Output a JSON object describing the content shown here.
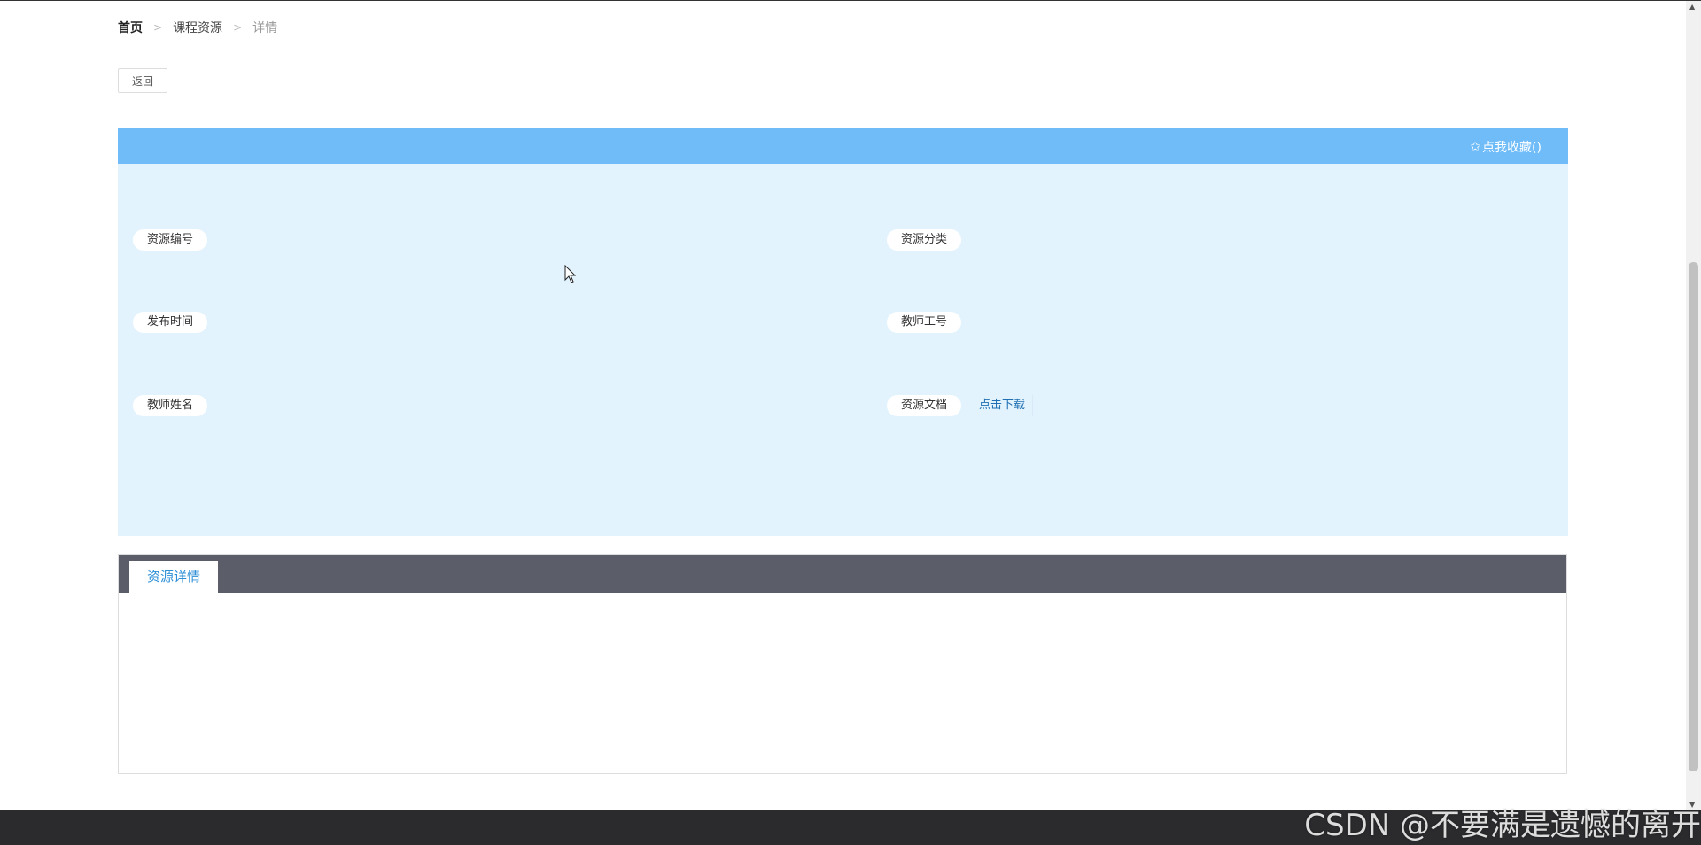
{
  "breadcrumb": {
    "home": "首页",
    "section": "课程资源",
    "current": "详情",
    "separator": ">"
  },
  "actions": {
    "back_label": "返回"
  },
  "detail": {
    "favorite_label": "点我收藏()",
    "fields": {
      "resource_no": "资源编号",
      "resource_category": "资源分类",
      "publish_time": "发布时间",
      "teacher_id": "教师工号",
      "teacher_name": "教师姓名",
      "resource_document": "资源文档"
    },
    "download_label": "点击下载"
  },
  "tabs": {
    "resource_detail": "资源详情"
  },
  "watermark": "CSDN @不要满是遗憾的离开",
  "icons": {
    "favorite": "star-outline-icon",
    "cursor": "mouse-pointer-icon"
  },
  "colors": {
    "header_blue": "#6fbcf9",
    "card_bg": "#e2f3fd",
    "tab_bar": "#5b5d68",
    "tab_text": "#2d8fd6",
    "link": "#1f6fb2"
  }
}
